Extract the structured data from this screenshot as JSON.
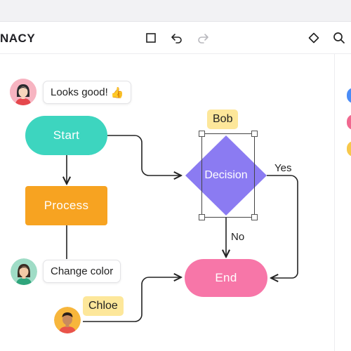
{
  "app": {
    "brand": "NACY"
  },
  "toolbar": {
    "tools": [
      {
        "name": "square-icon"
      },
      {
        "name": "undo-icon"
      },
      {
        "name": "redo-icon"
      },
      {
        "name": "diamond-icon"
      },
      {
        "name": "search-icon"
      }
    ]
  },
  "flow": {
    "start_label": "Start",
    "process_label": "Process",
    "decision_label": "Decision",
    "end_label": "End",
    "yes_label": "Yes",
    "no_label": "No"
  },
  "collaborators": {
    "comment_top": "Looks good!",
    "comment_top_emoji": "👍",
    "comment_mid": "Change color",
    "cursor_bob": "Bob",
    "cursor_chloe": "Chloe"
  },
  "colors": {
    "start": "#3dd5bf",
    "process": "#f7a321",
    "decision": "#8b7bf2",
    "end": "#f776a8",
    "name_tag": "#fde79a",
    "rail_blue": "#4a8cf7",
    "rail_pink": "#f0688f",
    "rail_yellow": "#f7c84a"
  }
}
